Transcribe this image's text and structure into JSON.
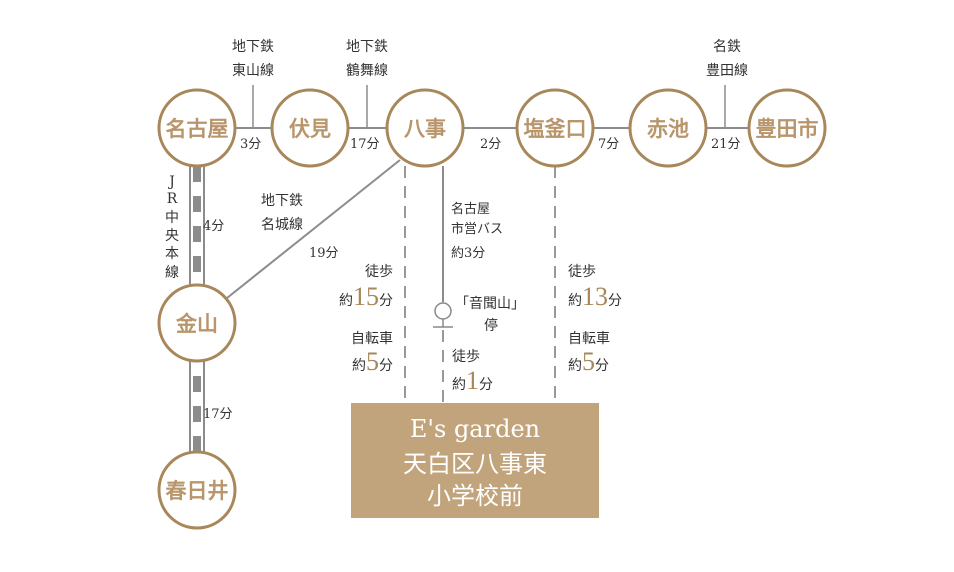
{
  "stations": {
    "nagoya": "名古屋",
    "fushimi": "伏見",
    "yagoto": "八事",
    "shiogamaguchi": "塩釜口",
    "akaike": "赤池",
    "toyotashi": "豊田市",
    "kanayama": "金山",
    "kasugai": "春日井"
  },
  "lines": {
    "higashiyama": [
      "地下鉄",
      "東山線"
    ],
    "tsurumai": [
      "地下鉄",
      "鶴舞線"
    ],
    "meitetsu": [
      "名鉄",
      "豊田線"
    ],
    "meijo": [
      "地下鉄",
      "名城線"
    ],
    "jr_chuo": [
      "J",
      "R",
      "中",
      "央",
      "本",
      "線"
    ]
  },
  "times": {
    "nagoya_fushimi": "3分",
    "fushimi_yagoto": "17分",
    "yagoto_shiogamaguchi": "2分",
    "shiogamaguchi_akaike": "7分",
    "akaike_toyotashi": "21分",
    "nagoya_kanayama": "4分",
    "kanayama_kasugai": "17分",
    "yagoto_kanayama": "19分"
  },
  "access": {
    "yagoto_walk": {
      "mode": "徒歩",
      "prefix": "約",
      "num": "15",
      "unit": "分"
    },
    "yagoto_bike": {
      "mode": "自転車",
      "prefix": "約",
      "num": "5",
      "unit": "分"
    },
    "shio_walk": {
      "mode": "徒歩",
      "prefix": "約",
      "num": "13",
      "unit": "分"
    },
    "shio_bike": {
      "mode": "自転車",
      "prefix": "約",
      "num": "5",
      "unit": "分"
    },
    "bus": [
      "名古屋",
      "市営バス",
      "約3分"
    ],
    "bus_stop": [
      "「音聞山」",
      "停"
    ],
    "stop_walk": {
      "mode": "徒歩",
      "prefix": "約",
      "num": "1",
      "unit": "分"
    }
  },
  "destination": [
    "E's garden",
    "天白区八事東",
    "小学校前"
  ],
  "colors": {
    "gold": "#a8875a",
    "box": "#c2a47c",
    "line": "#8c8c8c"
  }
}
